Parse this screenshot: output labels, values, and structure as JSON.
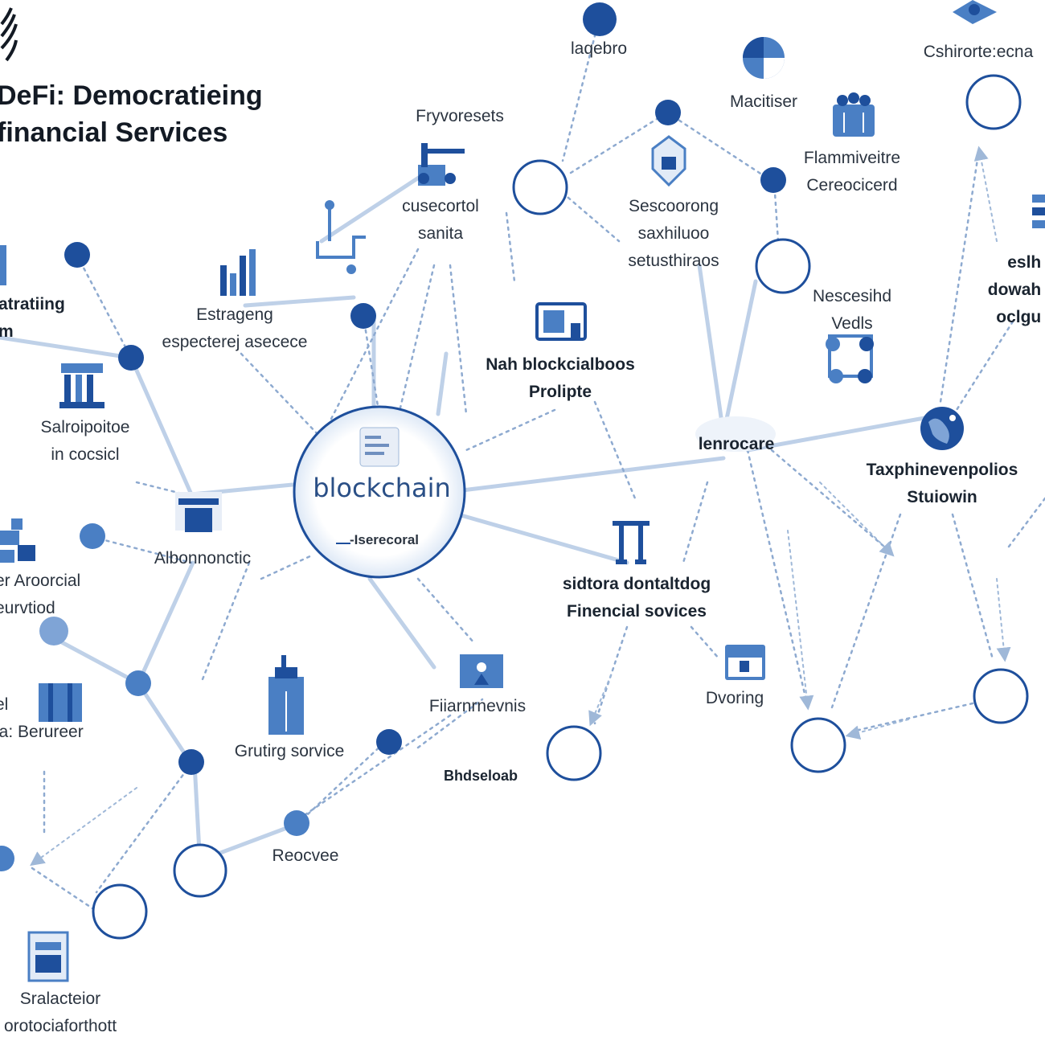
{
  "title": "DeFi: Democratieing\nfinancial Services",
  "hub": {
    "label": "blockchain",
    "sublabel": "-Iserecoral"
  },
  "labels": {
    "top_center": "laqebro",
    "top_right": "Cshirorte:ecna",
    "fryvoresets": "Fryvoresets",
    "macitiser": "Macitiser",
    "cusecortol": "cusecortol\nsanita",
    "flammiveitre": "Flammiveitre\nCereocicerd",
    "sescorong": "Sescoorong\nsaxhiluoo\nsetusthiraos",
    "estrageng": "Estrageng\nespecterej asecece",
    "atratiing": "atratiing\nm",
    "nah_block": "Nah blockcialboos\nProlipte",
    "nesceshd": "Nescesihd\nVedls",
    "salrolpore": "Salroipoitoe\nin cocsicl",
    "right_edge": "eslh\ndowah\noclgu",
    "lenrocare": "lenrocare",
    "taxphine": "Taxphinevenpolios\nStuiowin",
    "alborn": "Albonnonctic",
    "ar_aroorcial": "er Aroorcial\neurvtiod",
    "sidtora": "sidtora dontaltdog\nFinencial sovices",
    "el_berureer": "el\nla: Berureer",
    "stiurvleenas": "Fiiarnrnevnis",
    "dvoring": "Dvoring",
    "grutirg": "Grutirg sorvice",
    "bhdseloab": "Bhdseloab",
    "resocvee": "Reocvee",
    "sralactator": "Sralacteior\norotociaforthott"
  },
  "icons": [
    "logo-mark",
    "bar-chart",
    "bank",
    "building",
    "people-group",
    "shield",
    "pie-chart",
    "network-nodes",
    "monitor",
    "pipeline",
    "document",
    "ledger",
    "globe",
    "atm",
    "server",
    "swap"
  ],
  "colors": {
    "accent": "#1e4f9c",
    "light_accent": "#4a7fc4",
    "edge": "#9fb8d8",
    "text": "#2b3440",
    "title": "#131a24"
  }
}
